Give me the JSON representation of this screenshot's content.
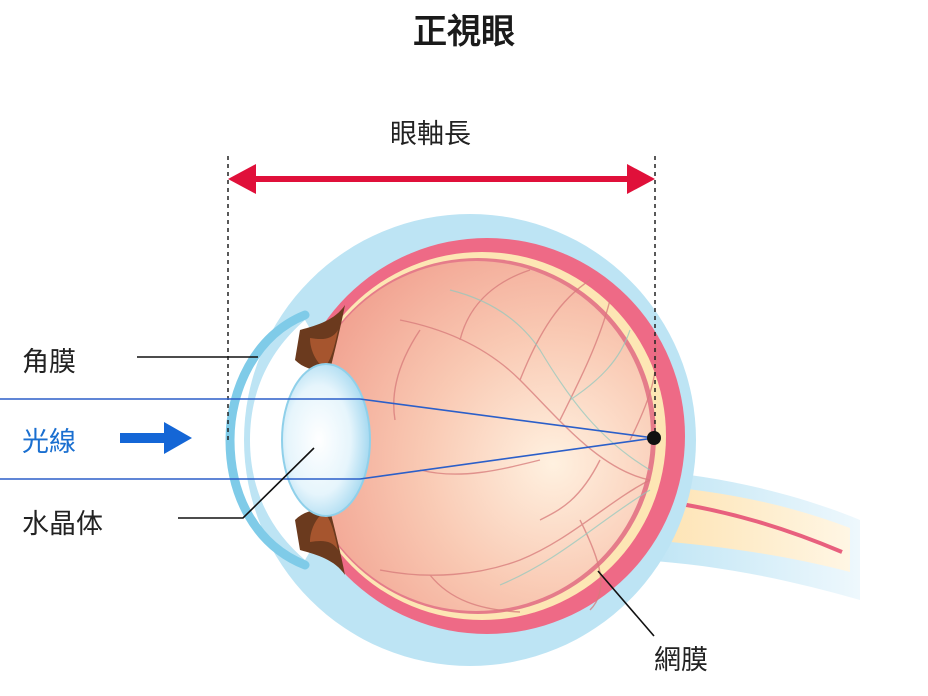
{
  "title": "正視眼",
  "labels": {
    "axial_length": "眼軸長",
    "cornea": "角膜",
    "light": "光線",
    "lens": "水晶体",
    "retina": "網膜"
  },
  "colors": {
    "axis_arrow": "#e0103a",
    "light_text": "#1a6fd0",
    "light_arrow": "#1466d6",
    "ray_line": "#2b5fc9",
    "sclera_outer": "#bde4f4",
    "choroid": "#ee6a86",
    "retina_band": "#fde6b4",
    "eyeball_inner": "#f6b4a2",
    "cornea": "#7fcbe8",
    "lens": "#d8effa"
  }
}
